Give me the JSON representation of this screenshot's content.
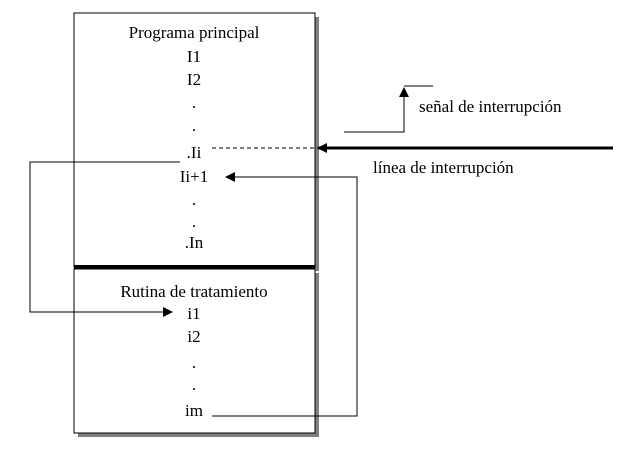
{
  "main_program": {
    "title": "Programa principal",
    "instr_1": "I1",
    "instr_2": "I2",
    "dot_1": ".",
    "dot_2": ".",
    "instr_i": ".Ii",
    "instr_i_next": "Ii+1",
    "dot_3": ".",
    "dot_4": ".",
    "instr_n": ".In"
  },
  "routine": {
    "title": "Rutina de tratamiento",
    "instr_1": "i1",
    "instr_2": "i2",
    "dot_1": ".",
    "dot_2": ".",
    "instr_m": "im"
  },
  "interrupt_signal_label": "señal de interrupción",
  "interrupt_line_label": "línea de interrupción",
  "colors": {
    "ink": "#000000",
    "shadow": "#808080",
    "background": "#ffffff"
  }
}
